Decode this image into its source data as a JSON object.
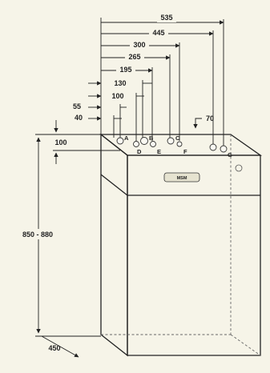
{
  "dimensions": {
    "d535": "535",
    "d445": "445",
    "d300": "300",
    "d265": "265",
    "d195": "195",
    "d130": "130",
    "d100": "100",
    "d55": "55",
    "d40": "40",
    "d70": "70",
    "d100v": "100",
    "height": "850 - 880",
    "depth": "450"
  },
  "connections": {
    "A": "A",
    "B": "B",
    "C": "C",
    "D": "D",
    "E": "E",
    "F": "F",
    "G": "G"
  },
  "panel_label": "MSM"
}
